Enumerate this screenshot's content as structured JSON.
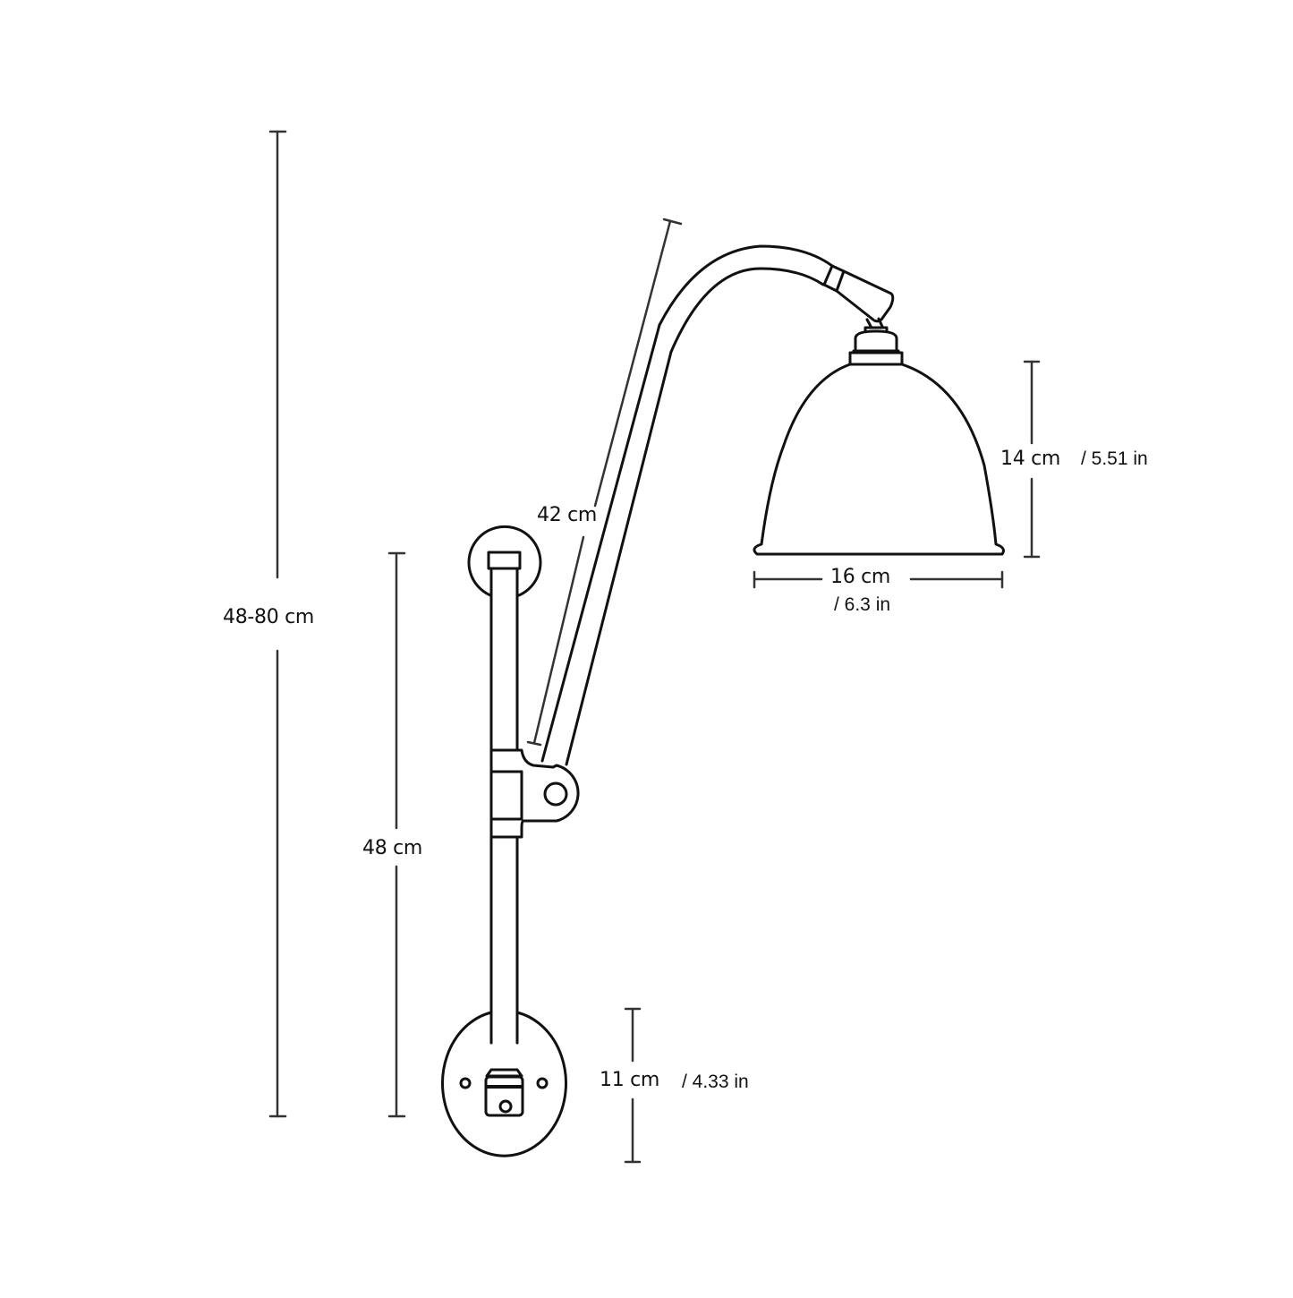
{
  "diagram": {
    "subject": "Wall lamp dimension drawing",
    "colors": {
      "stroke": "#111111",
      "background": "#ffffff",
      "dimension_line": "#333333"
    },
    "dimensions": {
      "total_height": {
        "label": "48-80 cm"
      },
      "wall_rod_height": {
        "label": "48 cm"
      },
      "arm_length": {
        "label": "42 cm"
      },
      "shade_height": {
        "label": "14 cm",
        "imperial": "/ 5.51 in"
      },
      "shade_diameter": {
        "label": "16 cm",
        "imperial": "/ 6.3 in"
      },
      "backplate_diameter": {
        "label": "11 cm",
        "imperial": "/ 4.33 in"
      }
    },
    "parts": [
      "wall-backplate",
      "vertical-rod",
      "top-rod-cap",
      "slider-joint",
      "angled-arm",
      "curved-neck",
      "swivel-joint",
      "shade-socket",
      "lamp-shade"
    ]
  }
}
